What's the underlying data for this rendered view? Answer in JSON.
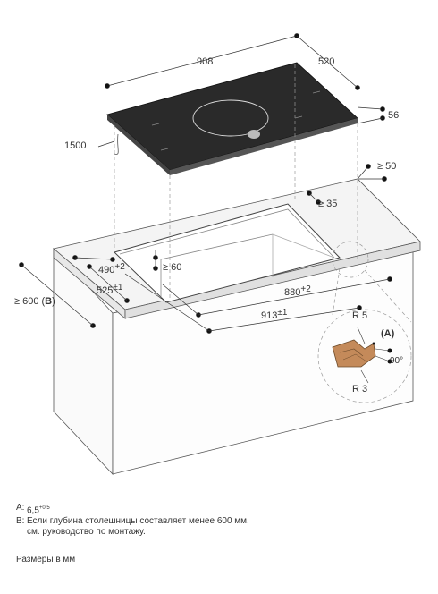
{
  "dimensions": {
    "hob_width": "908",
    "hob_depth": "520",
    "hob_height": "56",
    "cable_length": "1500",
    "rear_clearance": "≥ 50",
    "side_clearance_rear": "≥ 35",
    "front_clearance": "≥ 60",
    "cutout_depth": "490",
    "cutout_depth_tol": "+2",
    "outer_depth": "525",
    "outer_depth_tol": "±1",
    "cutout_width": "880",
    "cutout_width_tol": "+2",
    "outer_width": "913",
    "outer_width_tol": "±1",
    "worktop_depth": "≥ 600 (",
    "worktop_depth_ref": "B",
    "worktop_depth_close": ")"
  },
  "detail": {
    "radius_top": "R 5",
    "radius_bottom": "R 3",
    "ref_a": "(A)",
    "angle": "90°"
  },
  "notes": {
    "a_key": "A:",
    "a_value": "6,5",
    "a_tol": "+0,5",
    "b_key": "B:",
    "b_line1": "Если глубина столешницы составляет менее 600 мм,",
    "b_line2": "см. руководство по монтажу."
  },
  "units": "Размеры в мм"
}
